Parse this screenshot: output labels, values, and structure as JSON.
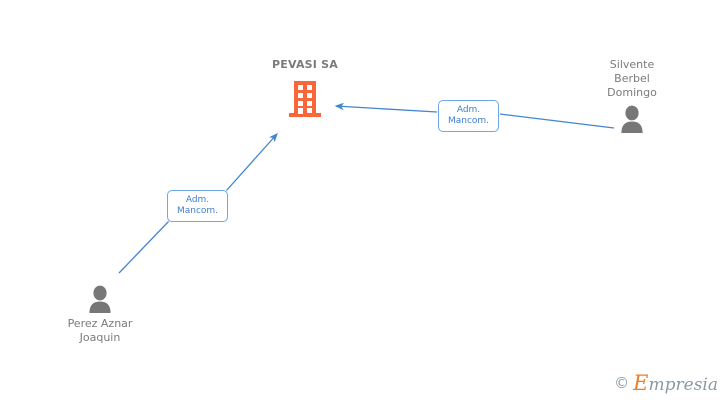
{
  "diagram": {
    "type": "company-relationship-graph",
    "background_color": "#ffffff",
    "company": {
      "name": "PEVASI SA",
      "icon": "building-icon",
      "icon_color": "#f9663a"
    },
    "people": [
      {
        "id": "silvente-berbel-domingo",
        "name": "Silvente\nBerbel\nDomingo",
        "icon": "person-icon",
        "icon_color": "#777777",
        "position": "top-right"
      },
      {
        "id": "perez-aznar-joaquin",
        "name": "Perez Aznar\nJoaquin",
        "icon": "person-icon",
        "icon_color": "#777777",
        "position": "bottom-left"
      }
    ],
    "relations": [
      {
        "id": "relation-silvente-pevasi",
        "label": "Adm.\nMancom.",
        "from": "silvente-berbel-domingo",
        "to": "PEVASI SA",
        "edge_color": "#4285d0"
      },
      {
        "id": "relation-perez-pevasi",
        "label": "Adm.\nMancom.",
        "from": "perez-aznar-joaquin",
        "to": "PEVASI SA",
        "edge_color": "#4285d0"
      }
    ]
  },
  "watermark": {
    "copyright": "©",
    "brand_initial": "E",
    "brand_rest": "mpresia",
    "brand_initial_color": "#ef7e28",
    "brand_color": "#8a99a6"
  }
}
